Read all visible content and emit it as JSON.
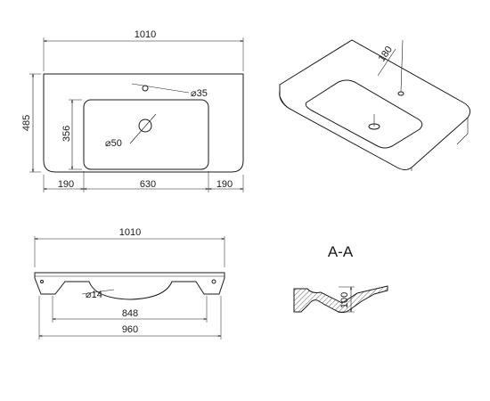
{
  "top_view": {
    "width_total": "1010",
    "depth_total": "485",
    "bowl_depth": "356",
    "faucet_hole": "⌀35",
    "drain_hole": "⌀50",
    "left_ledge": "190",
    "bowl_width": "630",
    "right_ledge": "190"
  },
  "iso_view": {
    "angle_label": "180"
  },
  "front_view": {
    "width_total": "1010",
    "overflow_hole": "⌀14",
    "inner_width": "848",
    "base_width": "960"
  },
  "section": {
    "title": "A-A",
    "bowl_height": "100"
  }
}
